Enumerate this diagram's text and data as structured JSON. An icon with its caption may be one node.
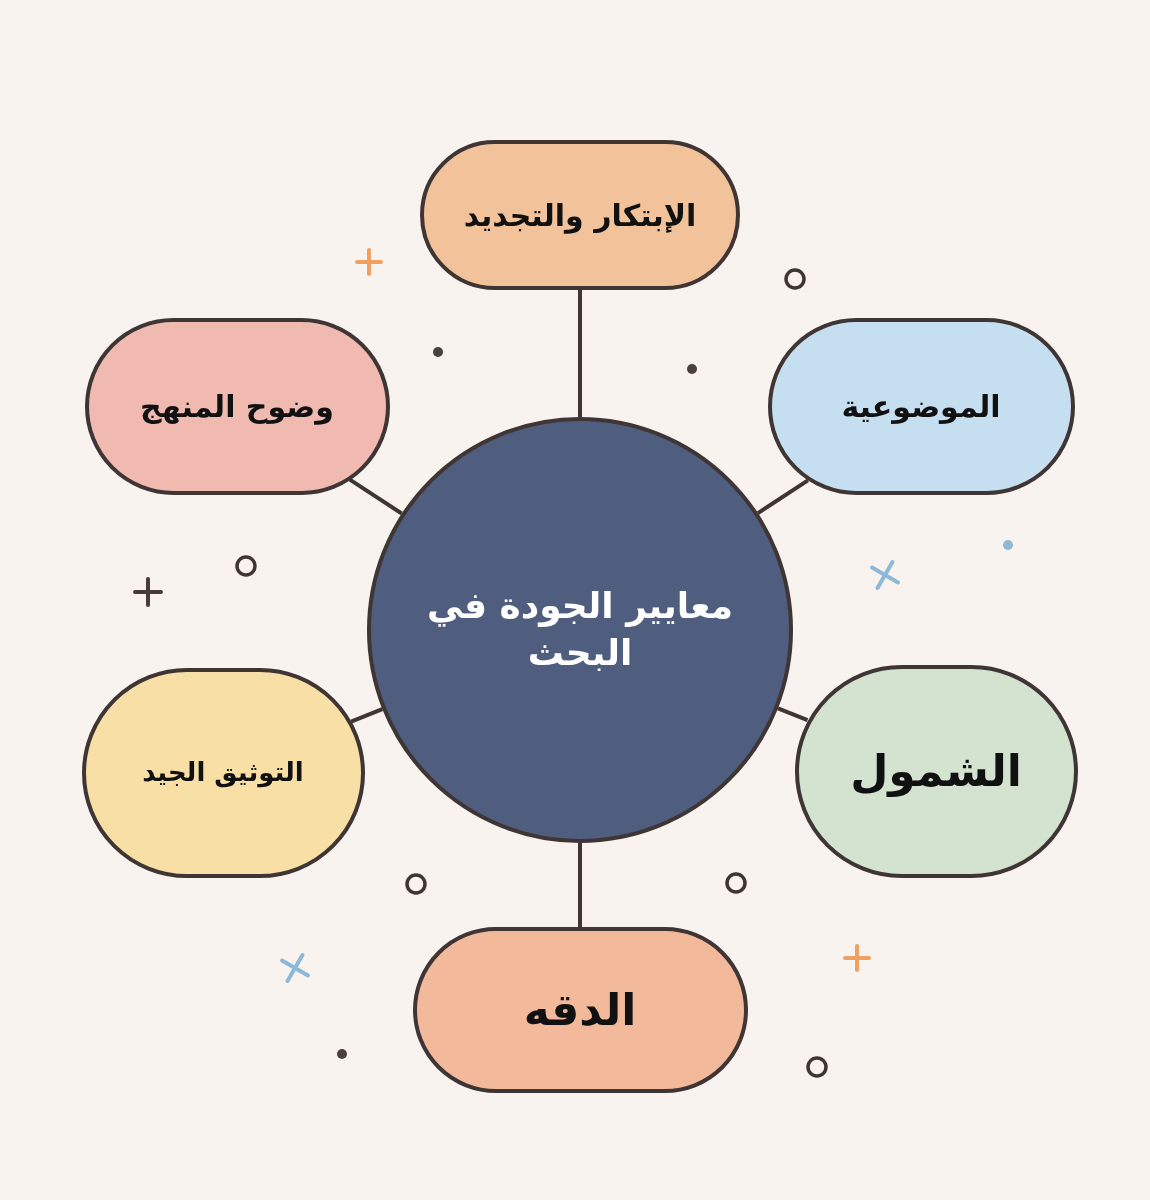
{
  "diagram": {
    "nodes": [
      {
        "text": [
          "معايير الجودة في البحث"
        ]
      },
      {
        "text": [
          "الإبتكار والتجديد"
        ]
      },
      {
        "text": [
          "وضوح المنهج"
        ]
      },
      {
        "text": [
          "الموضوعية"
        ]
      },
      {
        "text": [
          "التوثيق الجيد"
        ]
      },
      {
        "text": [
          "الشمول"
        ]
      },
      {
        "text": [
          "الدقه"
        ]
      }
    ],
    "edges": [
      {
        "from": 0,
        "to": 1,
        "arrow": "none"
      },
      {
        "from": 0,
        "to": 2,
        "arrow": "none"
      },
      {
        "from": 0,
        "to": 3,
        "arrow": "none"
      },
      {
        "from": 0,
        "to": 4,
        "arrow": "none"
      },
      {
        "from": 0,
        "to": 5,
        "arrow": "none"
      },
      {
        "from": 0,
        "to": 6,
        "arrow": "none"
      }
    ]
  }
}
